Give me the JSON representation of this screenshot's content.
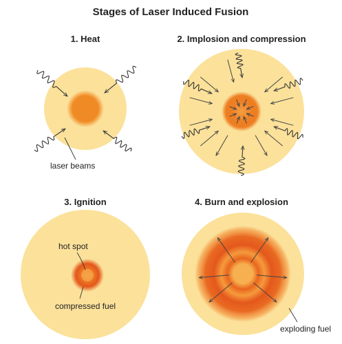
{
  "title": "Stages of Laser Induced Fusion",
  "stages": [
    {
      "title": "1.  Heat",
      "label": "laser beams"
    },
    {
      "title": "2. Implosion and compression"
    },
    {
      "title": "3. Ignition",
      "labels": [
        "hot spot",
        "compressed fuel"
      ]
    },
    {
      "title": "4. Burn and explosion",
      "label": "exploding fuel"
    }
  ],
  "colors": {
    "fuel_pale": "#FBE19A",
    "core_orange": "#F08A24",
    "hot_red": "#E4571C",
    "arrow": "#444444",
    "text": "#222222"
  }
}
